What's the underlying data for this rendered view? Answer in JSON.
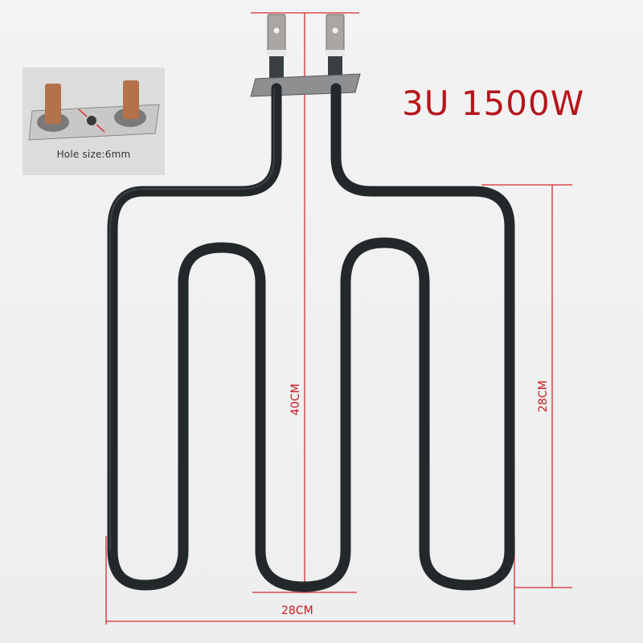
{
  "title": "3U 1500W",
  "inset": {
    "caption": "Hole size:6mm"
  },
  "dimensions": {
    "total_height": "40CM",
    "side_height": "28CM",
    "width": "28CM"
  },
  "colors": {
    "dimension_lines": "#c8181f",
    "title": "#b5161b",
    "element": "#23282a"
  }
}
